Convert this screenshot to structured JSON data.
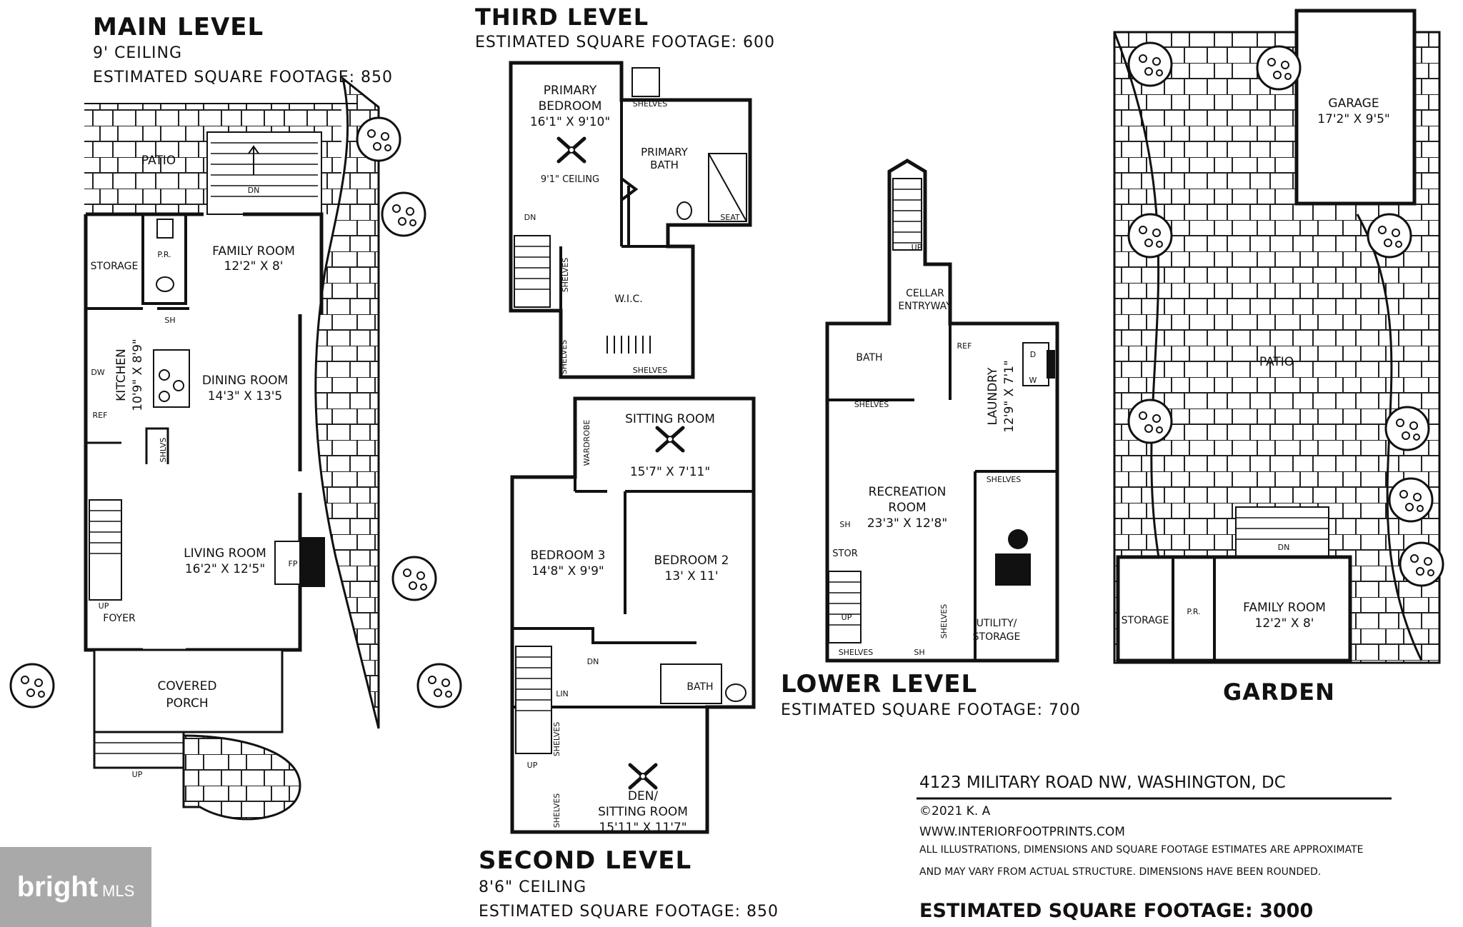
{
  "levels": {
    "main": {
      "title": "MAIN LEVEL",
      "ceiling": "9' CEILING",
      "sqft": "ESTIMATED SQUARE FOOTAGE: 850"
    },
    "third": {
      "title": "THIRD LEVEL",
      "sqft": "ESTIMATED SQUARE FOOTAGE: 600"
    },
    "second": {
      "title": "SECOND LEVEL",
      "ceiling": "8'6\" CEILING",
      "sqft": "ESTIMATED SQUARE FOOTAGE: 850"
    },
    "lower": {
      "title": "LOWER LEVEL",
      "sqft": "ESTIMATED SQUARE FOOTAGE: 700"
    },
    "garden": {
      "title": "GARDEN"
    }
  },
  "rooms": {
    "main": {
      "patio": "PATIO",
      "dn": "DN",
      "storage": "STORAGE",
      "pr": "P.R.",
      "family_room": "FAMILY ROOM",
      "family_room_dim": "12'2\" X 8'",
      "sh": "SH",
      "kitchen": "KITCHEN",
      "kitchen_dim": "10'9\" X 8'9\"",
      "dw": "DW",
      "ref": "REF",
      "shlvs": "SHLVS",
      "dining_room": "DINING ROOM",
      "dining_room_dim": "14'3\" X 13'5",
      "living_room": "LIVING ROOM",
      "living_room_dim": "16'2\" X 12'5\"",
      "fp": "FP",
      "up": "UP",
      "foyer": "FOYER",
      "covered_porch_1": "COVERED",
      "covered_porch_2": "PORCH",
      "up_steps": "UP"
    },
    "third": {
      "primary_bedroom_1": "PRIMARY",
      "primary_bedroom_2": "BEDROOM",
      "primary_bedroom_dim": "16'1\" X 9'10\"",
      "ceiling": "9'1\" CEILING",
      "shelves_top": "SHELVES",
      "primary_bath_1": "PRIMARY",
      "primary_bath_2": "BATH",
      "seat": "SEAT",
      "dn": "DN",
      "shelves_v": "SHELVES",
      "wic": "W.I.C.",
      "shelves_low": "SHELVES",
      "shelves_bottom": "SHELVES"
    },
    "second": {
      "wardrobe": "WARDROBE",
      "sitting_room": "SITTING ROOM",
      "sitting_room_dim": "15'7\" X 7'11\"",
      "bedroom3": "BEDROOM 3",
      "bedroom3_dim": "14'8\" X 9'9\"",
      "bedroom2": "BEDROOM 2",
      "bedroom2_dim": "13' X 11'",
      "dn": "DN",
      "lin": "LIN",
      "bath": "BATH",
      "shelves_a": "SHELVES",
      "up": "UP",
      "shelves_b": "SHELVES",
      "den_1": "DEN/",
      "den_2": "SITTING ROOM",
      "den_dim": "15'11\" X 11'7\""
    },
    "lower": {
      "up": "UP",
      "cellar_1": "CELLAR",
      "cellar_2": "ENTRYWAY",
      "bath": "BATH",
      "ref": "REF",
      "laundry": "LAUNDRY",
      "laundry_dim": "12'9\" X 7'1\"",
      "d": "D",
      "w": "W",
      "shelves_a": "SHELVES",
      "shelves_b": "SHELVES",
      "recreation_1": "RECREATION",
      "recreation_2": "ROOM",
      "recreation_dim": "23'3\" X 12'8\"",
      "sh": "SH",
      "stor": "STOR",
      "up_stair": "UP",
      "shelves_v": "SHELVES",
      "utility_1": "UTILITY/",
      "utility_2": "STORAGE",
      "shelves_c": "SHELVES",
      "sh_b": "SH"
    },
    "garden": {
      "garage": "GARAGE",
      "garage_dim": "17'2\" X 9'5\"",
      "patio": "PATIO",
      "dn": "DN",
      "storage": "STORAGE",
      "pr": "P.R.",
      "family_room": "FAMILY ROOM",
      "family_room_dim": "12'2\" X 8'"
    }
  },
  "info": {
    "address": "4123 MILITARY ROAD NW, WASHINGTON, DC",
    "copyright": "©2021 K. A",
    "website": "WWW.INTERIORFOOTPRINTS.COM",
    "disclaimer_1": "ALL ILLUSTRATIONS, DIMENSIONS AND SQUARE FOOTAGE ESTIMATES ARE APPROXIMATE",
    "disclaimer_2": "AND MAY VARY FROM ACTUAL STRUCTURE. DIMENSIONS HAVE BEEN ROUNDED.",
    "total_sqft": "ESTIMATED SQUARE FOOTAGE: 3000"
  },
  "watermark": {
    "brand": "bright",
    "suffix": "MLS"
  }
}
